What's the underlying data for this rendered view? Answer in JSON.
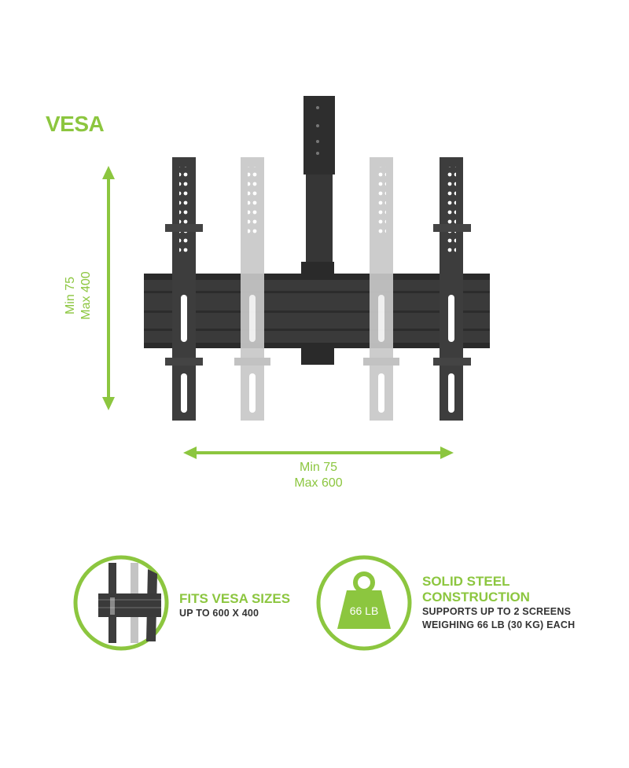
{
  "colors": {
    "accent": "#8cc63f",
    "bracket_dark": "#3d3d3d",
    "bracket_light": "#c4c4c4",
    "text": "#333333"
  },
  "title": "VESA",
  "dimensions": {
    "horizontal": {
      "min": "Min 75",
      "max": "Max 600"
    },
    "vertical": {
      "min": "Min 75",
      "max": "Max 400"
    }
  },
  "features": [
    {
      "icon": "vesa-bracket-icon",
      "title": "FITS VESA SIZES",
      "text": [
        "UP TO 600 X 400"
      ]
    },
    {
      "icon": "weight-icon",
      "weight_label": "66 LB",
      "title": [
        "SOLID STEEL",
        "CONSTRUCTION"
      ],
      "text": [
        "SUPPORTS UP TO 2 SCREENS",
        "WEIGHING 66 LB (30 KG) EACH"
      ]
    }
  ]
}
